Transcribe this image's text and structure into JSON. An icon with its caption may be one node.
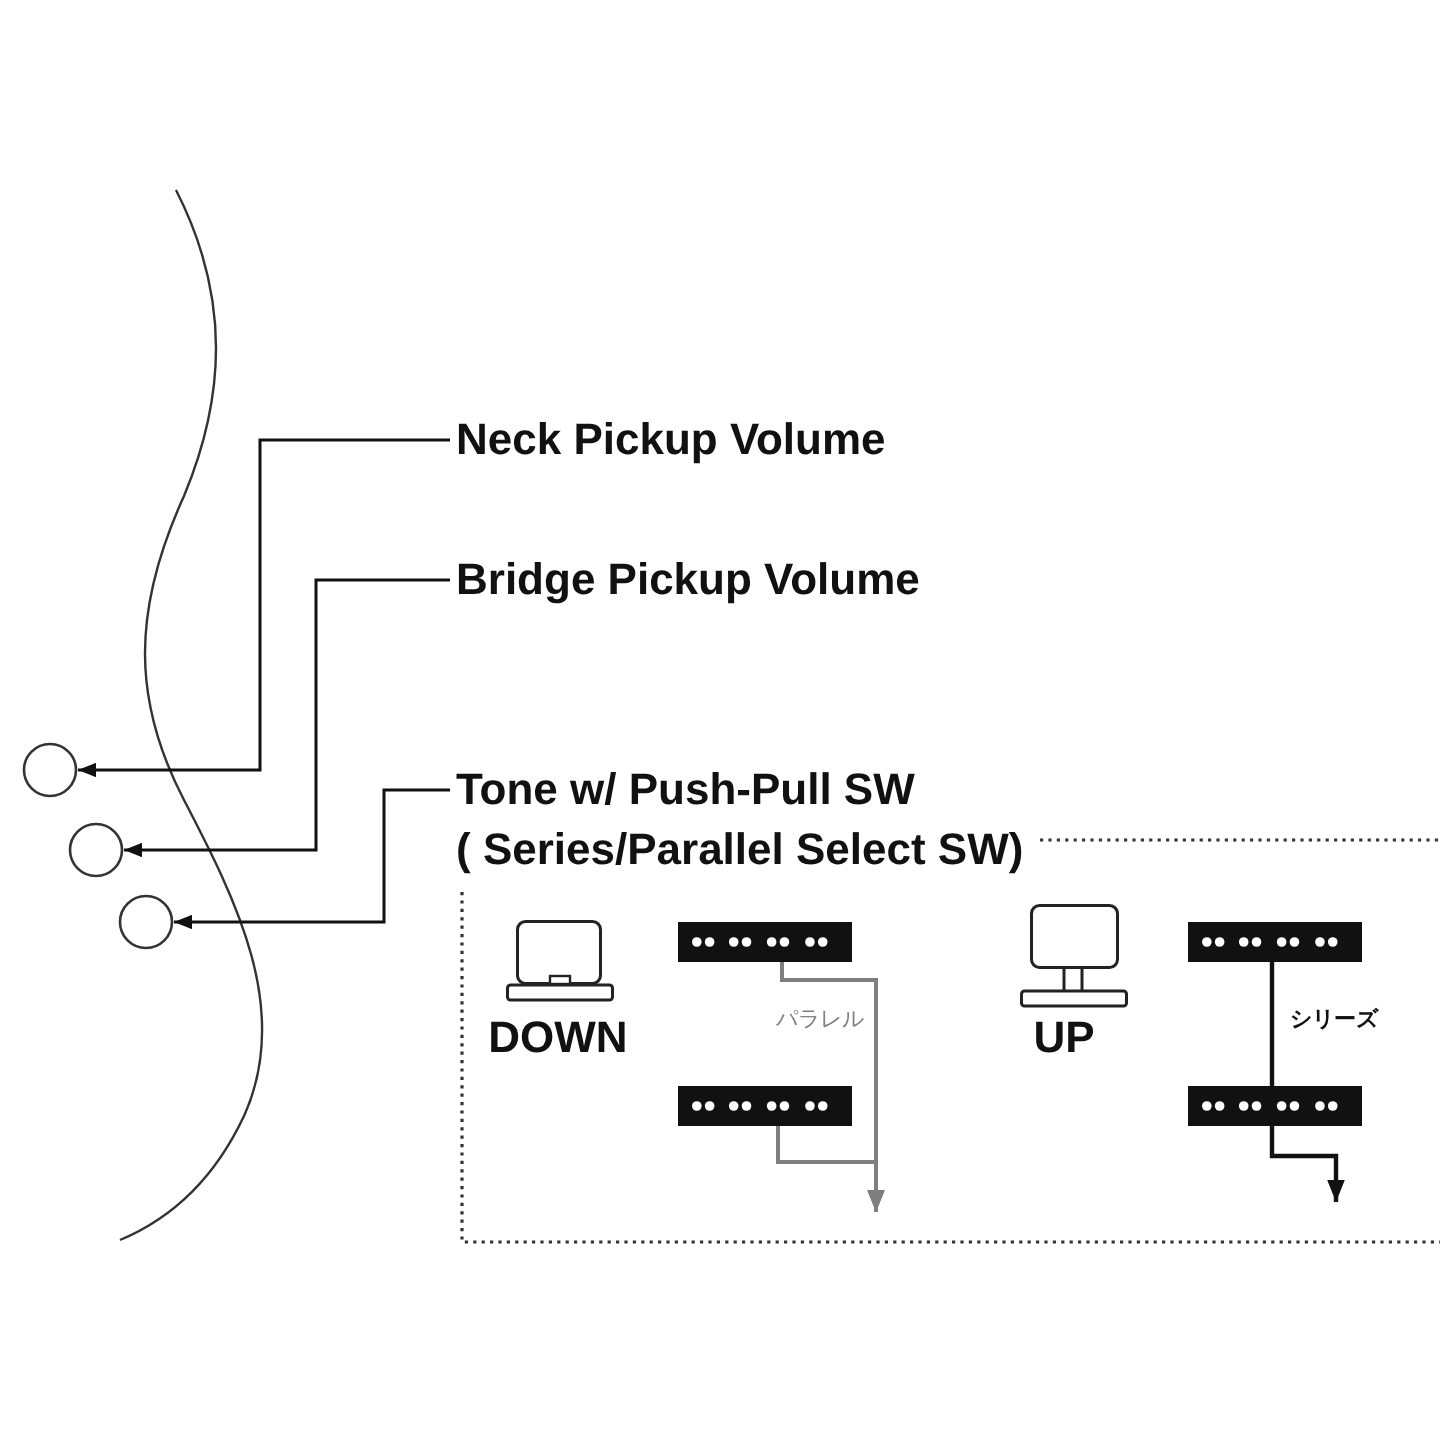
{
  "diagram": {
    "nodes": [
      {
        "text": [
          "Neck Pickup Volume"
        ]
      },
      {
        "text": [
          "Bridge Pickup Volume"
        ]
      },
      {
        "text": [
          "Tone w/ Push-Pull SW ( Series/Parallel Select SW)"
        ]
      },
      {
        "text": [],
        "shape": "circle"
      },
      {
        "text": [],
        "shape": "circle"
      },
      {
        "text": [],
        "shape": "circle"
      },
      {
        "text": [],
        "shape": "bar",
        "in": 2
      },
      {
        "text": [],
        "shape": "bar",
        "in": 2
      },
      {
        "text": [],
        "shape": "bar",
        "in": 2
      },
      {
        "text": [],
        "shape": "bar",
        "in": 2
      }
    ],
    "edges": [
      {
        "from": 0,
        "to": 3,
        "arrow": "to"
      },
      {
        "from": 1,
        "to": 4,
        "arrow": "to"
      },
      {
        "from": 2,
        "to": 5,
        "arrow": "to"
      },
      {
        "from": 6,
        "to": null,
        "arrow": "to",
        "label": "パラレル",
        "color": "#7f7f7f"
      },
      {
        "from": 8,
        "to": null,
        "arrow": "to",
        "color": "#7f7f7f"
      },
      {
        "from": 7,
        "to": 9,
        "arrow": "none",
        "label": "シリーズ"
      },
      {
        "from": 9,
        "to": null,
        "arrow": "to"
      }
    ],
    "labels": [
      "DOWN",
      "UP"
    ]
  }
}
